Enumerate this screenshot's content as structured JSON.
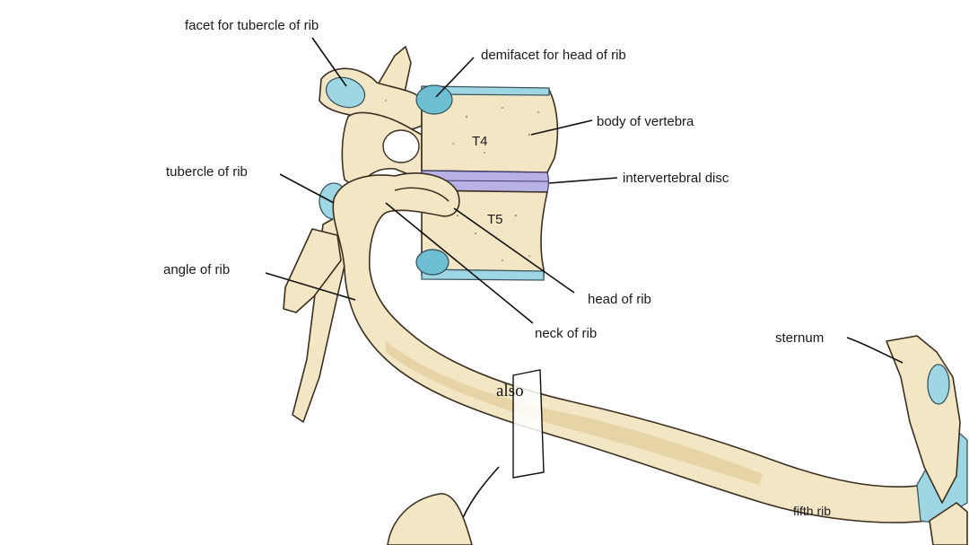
{
  "labels": {
    "facet_tubercle": "facet for tubercle of rib",
    "demifacet_head": "demifacet for head of rib",
    "body_vertebra": "body of vertebra",
    "t4": "T4",
    "tubercle_rib": "tubercle of rib",
    "intervertebral_disc": "intervertebral disc",
    "t5": "T5",
    "angle_rib": "angle of rib",
    "head_rib": "head of rib",
    "neck_rib": "neck of rib",
    "sternum": "sternum",
    "also": "also",
    "fifth_rib": "fifth rib"
  },
  "colors": {
    "bone": "#f3e6c4",
    "cartilage": "#9fd6e3",
    "disc": "#b7b2e3"
  }
}
